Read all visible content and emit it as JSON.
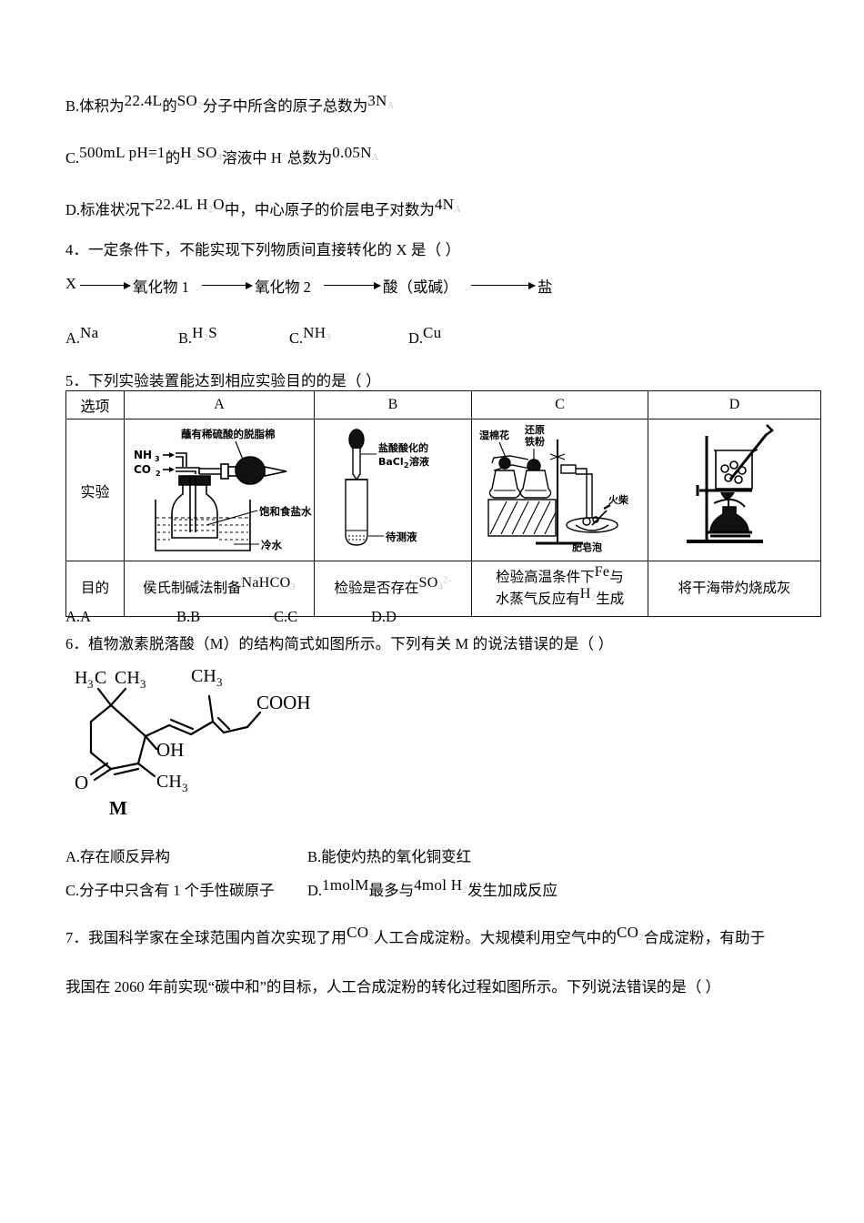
{
  "document": {
    "type": "chemistry-exam-page",
    "language": "zh-CN"
  },
  "question3_options": {
    "B": {
      "prefix": "B.体积为",
      "f1": "22.4L",
      "mid1": "的",
      "f2": "SO",
      "f2_sub": "2",
      "mid2": "分子中所含的原子总数为",
      "f3": "3N",
      "f3_sub": "A"
    },
    "C": {
      "prefix": "C.",
      "f1": "500mL pH=1",
      "mid1": "的",
      "f2": "H",
      "f2_sub": "2",
      "f2b": "SO",
      "f2b_sub": "4",
      "mid2": "溶液中 H",
      "mid2_sup": "+",
      "mid3": "总数为",
      "f3": "0.05N",
      "f3_sub": "A"
    },
    "D": {
      "prefix": "D.标准状况下",
      "f1": "22.4L H",
      "f1_sub": "2",
      "f1b": "O",
      "mid1": "中，中心原子的价层电子对数为",
      "f3": "4N",
      "f3_sub": "A"
    }
  },
  "question4": {
    "number": "4",
    "stem": "．一定条件下，不能实现下列物质间直接转化的 X 是（      ）",
    "chain": {
      "nodes": [
        "X",
        "氧化物 1",
        "氧化物 2",
        "酸（或碱）",
        "盐"
      ]
    },
    "options": [
      {
        "label": "A.",
        "formula": "Na",
        "sub": ""
      },
      {
        "label": "B.",
        "formula": "H",
        "sub": "2",
        "formula2": "S"
      },
      {
        "label": "C.",
        "formula": "NH",
        "sub": "3",
        "formula2": ""
      },
      {
        "label": "D.",
        "formula": "Cu",
        "sub": ""
      }
    ]
  },
  "question5": {
    "number": "5",
    "stem": "．下列实验装置能达到相应实验目的的是（      ）",
    "table": {
      "header": [
        "选项",
        "A",
        "B",
        "C",
        "D"
      ],
      "row_labels": [
        "实验",
        "目的"
      ],
      "figures": {
        "A": {
          "name": "hou-process-apparatus",
          "labels": {
            "inlet1": "NH",
            "inlet1_sub": "3",
            "inlet2": "CO",
            "inlet2_sub": "2",
            "cotton": "蘸有稀硫酸的脱脂棉",
            "brine": "饱和食盐水",
            "coldwater": "冷水"
          }
        },
        "B": {
          "name": "test-tube-dropper-apparatus",
          "labels": {
            "dropper_l1": "盐酸酸化的",
            "dropper_l2": "BaCl",
            "dropper_l2_sub": "2",
            "dropper_l2b": "溶液",
            "sample": "待测液"
          }
        },
        "C": {
          "name": "iron-steam-apparatus",
          "labels": {
            "cotton": "湿棉花",
            "iron_l1": "还原",
            "iron_l2": "铁粉",
            "match": "火柴",
            "soap": "肥皂泡"
          }
        },
        "D": {
          "name": "beaker-burner-apparatus",
          "labels": {}
        }
      },
      "purposes": {
        "A": {
          "text1": "侯氏制碱法制备",
          "f": "NaHCO",
          "f_sub": "3"
        },
        "B": {
          "text1": "检验是否存在",
          "f": "SO",
          "f_sub": "4",
          "f_sup": "2-"
        },
        "C": {
          "text1": "检验高温条件下",
          "f1": "Fe",
          "text2": "与",
          "text3": "水蒸气反应有",
          "f2": "H",
          "f2_sub": "2",
          "text4": "生成"
        },
        "D": {
          "text1": "将干海带灼烧成灰"
        }
      }
    },
    "answers": [
      "A.A",
      "B.B",
      "C.C",
      "D.D"
    ]
  },
  "question6": {
    "number": "6",
    "stem": "．植物激素脱落酸（M）的结构简式如图所示。下列有关 M 的说法错误的是（      ）",
    "molecule": {
      "name": "abscisic-acid",
      "caption": "M",
      "labels": {
        "h3c": "H",
        "h3c_sub": "3",
        "h3c_rest": "C",
        "ch3_a": "CH",
        "ch3_a_sub": "3",
        "ch3_b": "CH",
        "ch3_b_sub": "3",
        "cooh": "COOH",
        "oh": "OH",
        "ch3_c": "CH",
        "ch3_c_sub": "3",
        "ketone_o": "O"
      }
    },
    "options": {
      "A": "A.存在顺反异构",
      "B": "B.能使灼热的氧化铜变红",
      "C": "C.分子中只含有 1 个手性碳原子",
      "D": {
        "label": "D.",
        "f1": "1molM",
        "t1": "最多与",
        "f2": "4mol H",
        "f2_sub": "2",
        "t2": "发生加成反应"
      }
    }
  },
  "question7": {
    "number": "7",
    "line1_a": "．我国科学家在全球范围内首次实现了用",
    "line1_f1": "CO",
    "line1_f1_sub": "2",
    "line1_b": "人工合成淀粉。大规模利用空气中的",
    "line1_f2": "CO",
    "line1_f2_sub": "2",
    "line1_c": "合成淀粉，有助于",
    "line2": "我国在 2060 年前实现“碳中和”的目标，人工合成淀粉的转化过程如图所示。下列说法错误的是（      ）"
  }
}
